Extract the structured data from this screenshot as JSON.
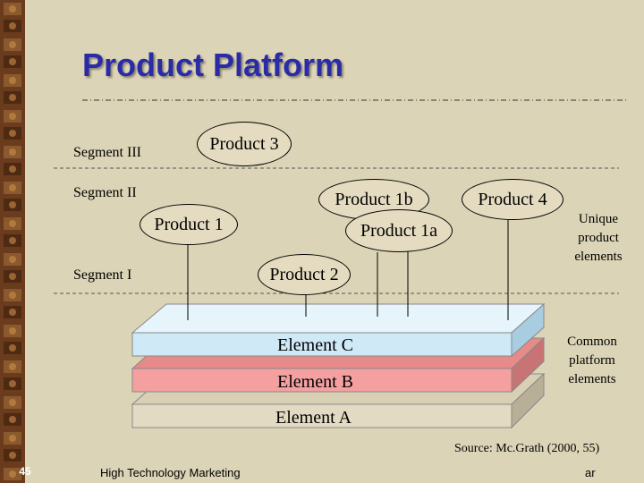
{
  "slide": {
    "title": "Product Platform",
    "page_number": "45",
    "footer_left": "High Technology Marketing",
    "footer_right": "ar",
    "source": "Source: Mc.Grath (2000, 55)"
  },
  "segments": [
    "Segment III",
    "Segment II",
    "Segment I"
  ],
  "products": {
    "p3": "Product 3",
    "p1b": "Product 1b",
    "p4": "Product 4",
    "p1": "Product 1",
    "p1a": "Product 1a",
    "p2": "Product 2"
  },
  "elements": {
    "c": "Element C",
    "b": "Element B",
    "a": "Element A"
  },
  "notes": {
    "unique": [
      "Unique",
      "product",
      "elements"
    ],
    "common": [
      "Common",
      "platform",
      "elements"
    ]
  },
  "colors": {
    "background": "#dcd4b6",
    "title": "#2b2ba8",
    "element_c": "#cfe9f7",
    "element_b": "#f4a0a0",
    "element_a": "#e3dac3"
  }
}
